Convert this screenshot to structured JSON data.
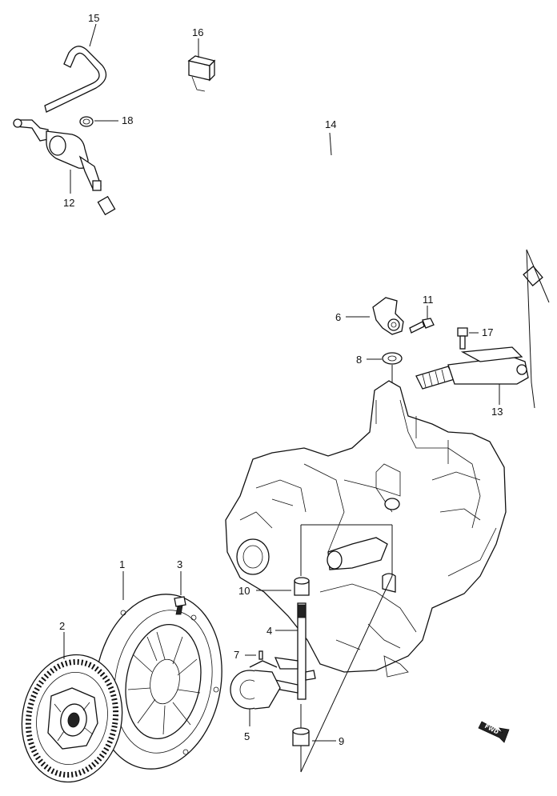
{
  "callouts": {
    "c1": "1",
    "c2": "2",
    "c3": "3",
    "c4": "4",
    "c5": "5",
    "c6": "6",
    "c7": "7",
    "c8": "8",
    "c9": "9",
    "c10": "10",
    "c11": "11",
    "c12": "12",
    "c13": "13",
    "c14": "14",
    "c15": "15",
    "c16": "16",
    "c17": "17",
    "c18": "18"
  },
  "fwd_badge": "FWD"
}
